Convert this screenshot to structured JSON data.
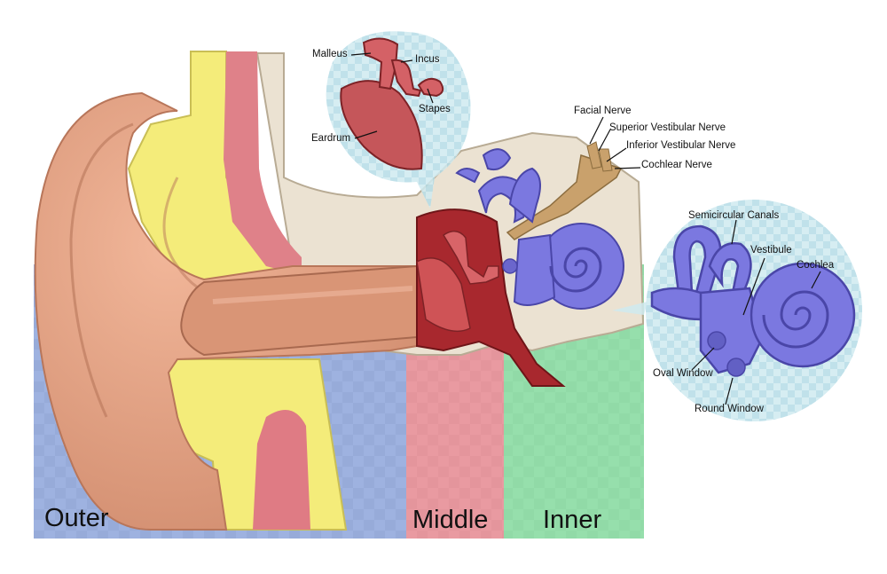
{
  "regions": {
    "outer": "Outer",
    "middle": "Middle",
    "inner": "Inner"
  },
  "ossicles_callout": {
    "malleus": "Malleus",
    "incus": "Incus",
    "stapes": "Stapes",
    "eardrum": "Eardrum"
  },
  "nerves": {
    "facial": "Facial Nerve",
    "superior_vestibular": "Superior Vestibular Nerve",
    "inferior_vestibular": "Inferior Vestibular Nerve",
    "cochlear": "Cochlear Nerve"
  },
  "inner_ear_callout": {
    "semicircular_canals": "Semicircular Canals",
    "vestibule": "Vestibule",
    "cochlea": "Cochlea",
    "oval_window": "Oval Window",
    "round_window": "Round Window"
  },
  "colors": {
    "outer": "#6a86cc",
    "middle": "#e1737d",
    "inner": "#6ed28c",
    "skin": "#dc9a7c",
    "cartilage": "#f4ec7a",
    "inner_ear": "#7b78e0",
    "callout_bubble": "#b9e2ea"
  }
}
